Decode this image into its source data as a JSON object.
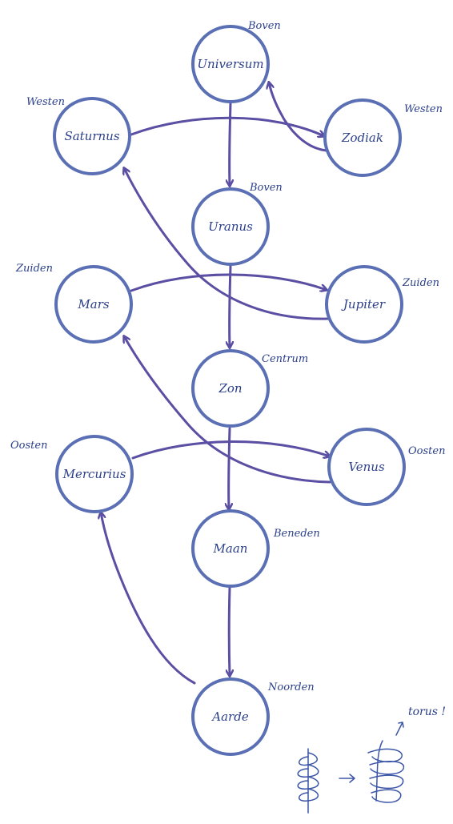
{
  "colors": {
    "node_stroke": "#5a6fb4",
    "edge": "#5b4fa3",
    "ink": "#2b3f8a"
  },
  "nodes": [
    {
      "id": "universum",
      "label": "Universum",
      "direction": "Boven"
    },
    {
      "id": "saturnus",
      "label": "Saturnus",
      "direction": "Westen"
    },
    {
      "id": "zodiak",
      "label": "Zodiak",
      "direction": "Westen"
    },
    {
      "id": "uranus",
      "label": "Uranus",
      "direction": "Boven"
    },
    {
      "id": "mars",
      "label": "Mars",
      "direction": "Zuiden"
    },
    {
      "id": "jupiter",
      "label": "Jupiter",
      "direction": "Zuiden"
    },
    {
      "id": "zon",
      "label": "Zon",
      "direction": "Centrum"
    },
    {
      "id": "mercurius",
      "label": "Mercurius",
      "direction": "Oosten"
    },
    {
      "id": "venus",
      "label": "Venus",
      "direction": "Oosten"
    },
    {
      "id": "maan",
      "label": "Maan",
      "direction": "Beneden"
    },
    {
      "id": "aarde",
      "label": "Aarde",
      "direction": "Noorden"
    }
  ],
  "edges": [
    {
      "from": "universum",
      "to": "uranus"
    },
    {
      "from": "saturnus",
      "to": "zodiak"
    },
    {
      "from": "zodiak",
      "to": "universum"
    },
    {
      "from": "uranus",
      "to": "zon"
    },
    {
      "from": "mars",
      "to": "jupiter"
    },
    {
      "from": "jupiter",
      "to": "saturnus"
    },
    {
      "from": "zon",
      "to": "maan"
    },
    {
      "from": "mercurius",
      "to": "venus"
    },
    {
      "from": "venus",
      "to": "mars"
    },
    {
      "from": "maan",
      "to": "aarde"
    },
    {
      "from": "aarde",
      "to": "mercurius"
    }
  ],
  "note": {
    "text": "torus !",
    "icon": "coil-to-torus-sketch"
  }
}
